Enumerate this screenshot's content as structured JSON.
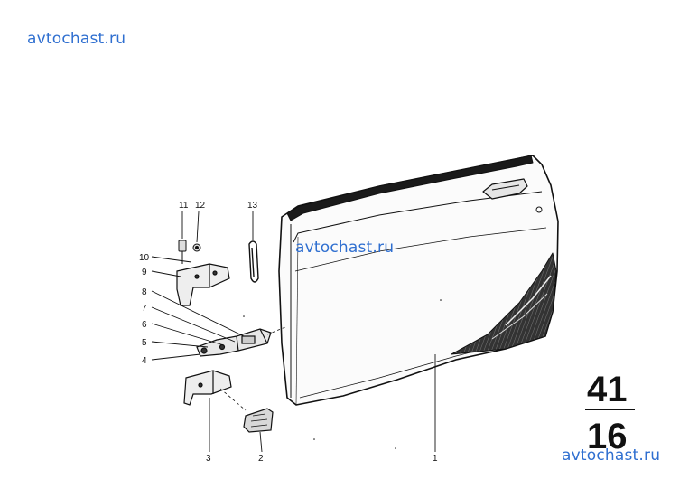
{
  "watermarks": {
    "top": "avtochast.ru",
    "middle": "avtochast.ru",
    "bottom": "avtochast.ru"
  },
  "group": {
    "main": "41",
    "sub": "16"
  },
  "callouts": [
    "1",
    "2",
    "3",
    "4",
    "5",
    "6",
    "7",
    "8",
    "9",
    "10",
    "11",
    "12",
    "13"
  ],
  "colors": {
    "watermark": "#2f6fd0",
    "line": "#111111"
  }
}
